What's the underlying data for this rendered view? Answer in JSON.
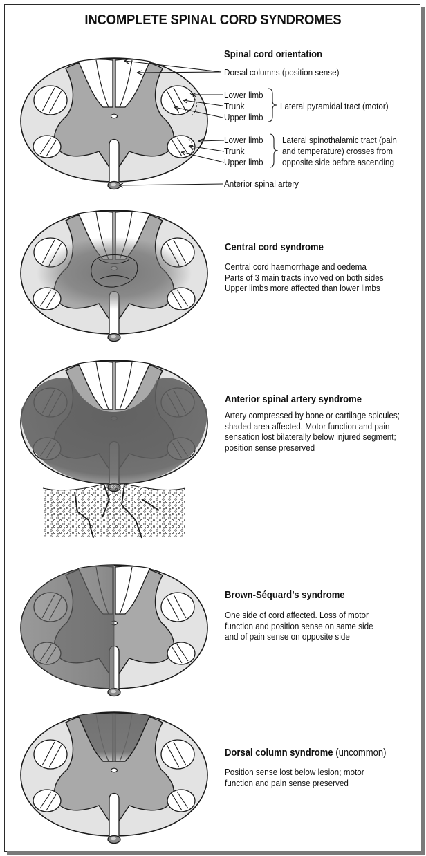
{
  "title": "INCOMPLETE SPINAL CORD SYNDROMES",
  "orientation": {
    "heading": "Spinal cord orientation",
    "dorsal_columns": "Dorsal columns (position sense)",
    "pyramidal_labels": [
      "Lower limb",
      "Trunk",
      "Upper limb"
    ],
    "pyramidal_tract": "Lateral pyramidal tract (motor)",
    "spinothalamic_labels": [
      "Lower limb",
      "Trunk",
      "Upper limb"
    ],
    "spinothalamic_tract": [
      "Lateral spinothalamic tract (pain",
      "and temperature) crosses from",
      "opposite side before ascending"
    ],
    "artery": "Anterior spinal artery"
  },
  "syndromes": [
    {
      "heading": "Central cord syndrome",
      "heading_note": "",
      "lines": [
        "Central cord haemorrhage and oedema",
        "Parts of 3 main tracts involved on both sides",
        "Upper limbs more affected than lower limbs"
      ]
    },
    {
      "heading": "Anterior spinal artery syndrome",
      "heading_note": "",
      "lines": [
        "Artery compressed by bone or cartilage spicules;",
        "shaded area affected. Motor function and pain",
        "sensation lost bilaterally below injured segment;",
        "position sense preserved"
      ]
    },
    {
      "heading": "Brown-Séquard’s syndrome",
      "heading_note": "",
      "lines": [
        "One side of cord affected. Loss of motor",
        "function and position sense on same side",
        "and of pain sense on opposite side"
      ]
    },
    {
      "heading": "Dorsal column syndrome",
      "heading_note": "(uncommon)",
      "lines": [
        "Position sense lost below lesion; motor",
        "function and pain sense preserved"
      ]
    }
  ],
  "colors": {
    "white_matter": "#e3e3e3",
    "grey_matter": "#a9a9a9",
    "lesion": "#6f6f6f",
    "outline": "#1a1a1a"
  }
}
